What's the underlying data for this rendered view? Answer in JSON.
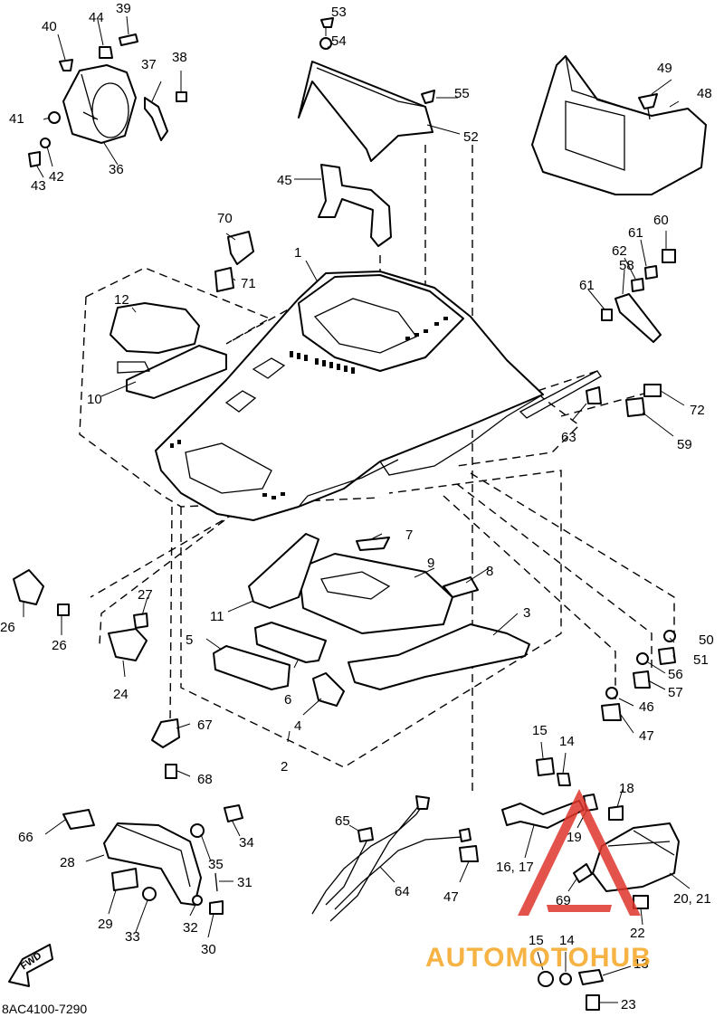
{
  "drawing_code": "8AC4100-7290",
  "watermark": "AUTOMOTOHUB",
  "fwd_label": "FWD",
  "colors": {
    "watermark_red": "#e0362c",
    "watermark_orange": "#f5a623"
  },
  "callouts": [
    {
      "id": "c1",
      "text": "1"
    },
    {
      "id": "c2",
      "text": "2"
    },
    {
      "id": "c3",
      "text": "3"
    },
    {
      "id": "c4",
      "text": "4"
    },
    {
      "id": "c5",
      "text": "5"
    },
    {
      "id": "c6",
      "text": "6"
    },
    {
      "id": "c7",
      "text": "7"
    },
    {
      "id": "c8",
      "text": "8"
    },
    {
      "id": "c9",
      "text": "9"
    },
    {
      "id": "c10",
      "text": "10"
    },
    {
      "id": "c11",
      "text": "11"
    },
    {
      "id": "c12",
      "text": "12"
    },
    {
      "id": "c13",
      "text": "13"
    },
    {
      "id": "c14a",
      "text": "14"
    },
    {
      "id": "c14b",
      "text": "14"
    },
    {
      "id": "c15a",
      "text": "15"
    },
    {
      "id": "c15b",
      "text": "15"
    },
    {
      "id": "c1617",
      "text": "16, 17"
    },
    {
      "id": "c18",
      "text": "18"
    },
    {
      "id": "c19",
      "text": "19"
    },
    {
      "id": "c2021",
      "text": "20, 21"
    },
    {
      "id": "c22",
      "text": "22"
    },
    {
      "id": "c23",
      "text": "23"
    },
    {
      "id": "c24",
      "text": "24"
    },
    {
      "id": "c26a",
      "text": "26"
    },
    {
      "id": "c26b",
      "text": "26"
    },
    {
      "id": "c27",
      "text": "27"
    },
    {
      "id": "c28",
      "text": "28"
    },
    {
      "id": "c29",
      "text": "29"
    },
    {
      "id": "c30",
      "text": "30"
    },
    {
      "id": "c31",
      "text": "31"
    },
    {
      "id": "c32",
      "text": "32"
    },
    {
      "id": "c33",
      "text": "33"
    },
    {
      "id": "c34",
      "text": "34"
    },
    {
      "id": "c35",
      "text": "35"
    },
    {
      "id": "c36",
      "text": "36"
    },
    {
      "id": "c37",
      "text": "37"
    },
    {
      "id": "c38",
      "text": "38"
    },
    {
      "id": "c39",
      "text": "39"
    },
    {
      "id": "c40",
      "text": "40"
    },
    {
      "id": "c41",
      "text": "41"
    },
    {
      "id": "c42",
      "text": "42"
    },
    {
      "id": "c43",
      "text": "43"
    },
    {
      "id": "c44",
      "text": "44"
    },
    {
      "id": "c45",
      "text": "45"
    },
    {
      "id": "c46",
      "text": "46"
    },
    {
      "id": "c47a",
      "text": "47"
    },
    {
      "id": "c47b",
      "text": "47"
    },
    {
      "id": "c48",
      "text": "48"
    },
    {
      "id": "c49",
      "text": "49"
    },
    {
      "id": "c50",
      "text": "50"
    },
    {
      "id": "c51",
      "text": "51"
    },
    {
      "id": "c52",
      "text": "52"
    },
    {
      "id": "c53",
      "text": "53"
    },
    {
      "id": "c54",
      "text": "54"
    },
    {
      "id": "c55",
      "text": "55"
    },
    {
      "id": "c56",
      "text": "56"
    },
    {
      "id": "c57",
      "text": "57"
    },
    {
      "id": "c58",
      "text": "58"
    },
    {
      "id": "c59",
      "text": "59"
    },
    {
      "id": "c60",
      "text": "60"
    },
    {
      "id": "c61a",
      "text": "61"
    },
    {
      "id": "c61b",
      "text": "61"
    },
    {
      "id": "c62",
      "text": "62"
    },
    {
      "id": "c63",
      "text": "63"
    },
    {
      "id": "c64",
      "text": "64"
    },
    {
      "id": "c65",
      "text": "65"
    },
    {
      "id": "c66",
      "text": "66"
    },
    {
      "id": "c67",
      "text": "67"
    },
    {
      "id": "c68",
      "text": "68"
    },
    {
      "id": "c69",
      "text": "69"
    },
    {
      "id": "c70",
      "text": "70"
    },
    {
      "id": "c71",
      "text": "71"
    },
    {
      "id": "c72",
      "text": "72"
    }
  ]
}
